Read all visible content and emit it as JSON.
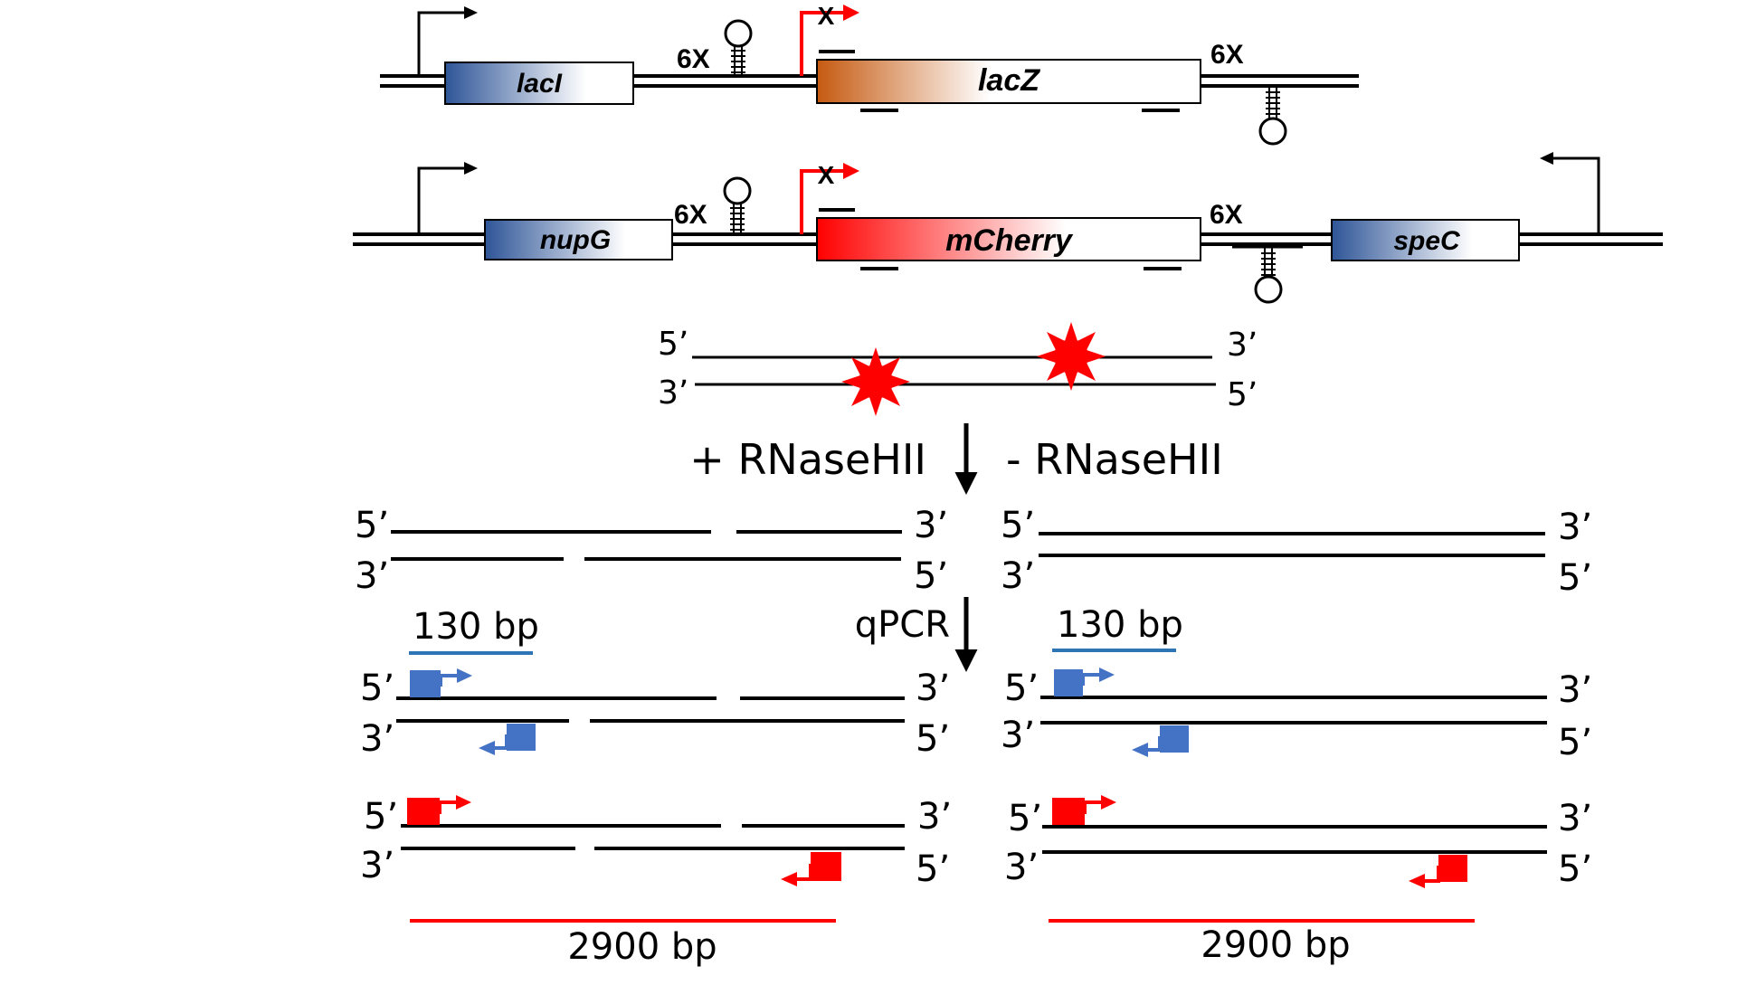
{
  "constructs": {
    "top": {
      "gene1": "lacI",
      "gene2": "lacZ",
      "copies_left": "6X",
      "copies_right": "6X",
      "blocked_marker": "X"
    },
    "bottom": {
      "gene1": "nupG",
      "gene2": "mCherry",
      "gene3": "speC",
      "copies_left": "6X",
      "copies_right": "6X",
      "blocked_marker": "X"
    }
  },
  "ends": {
    "five": "5’",
    "three": "3’"
  },
  "treatments": {
    "plus": "+ RNaseHII",
    "minus": "- RNaseHII"
  },
  "method": "qPCR",
  "amplicons": {
    "short": "130 bp",
    "long": "2900 bp"
  },
  "colors": {
    "blue": "#4472c4",
    "red": "#ff0000",
    "lacz_orange": "#c55a11",
    "gene_blue": "#2e5597",
    "line": "#000000"
  }
}
